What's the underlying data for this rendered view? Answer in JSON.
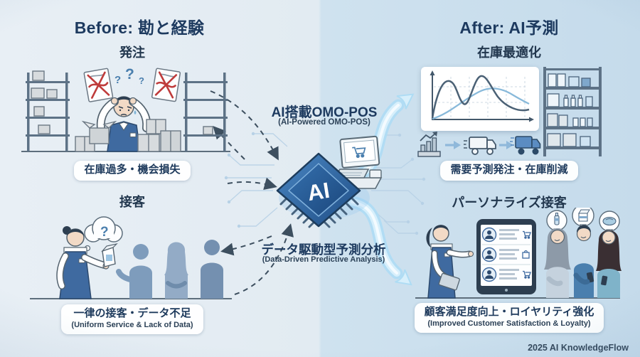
{
  "colors": {
    "heading": "#1d3a5f",
    "bg_left": "#e2ebf2",
    "bg_right": "#cfe2ef",
    "chip_blue": "#2f6cab",
    "glow_arrow": "#bfe3f6",
    "dashed_arrow": "#3d4f5f",
    "cross_red": "#bf3b3b",
    "badge_bg": "#ffffff"
  },
  "before": {
    "title": "Before: 勘と経験",
    "scene1": {
      "label": "発注",
      "qmarks": [
        "?",
        "?",
        "?"
      ],
      "badge": "在庫過多・機会損失"
    },
    "scene2": {
      "label": "接客",
      "thought_mark": "?",
      "badge": "一律の接客・データ不足",
      "badge_en": "(Uniform Service & Lack of Data)"
    }
  },
  "after": {
    "title": "After: AI予測",
    "scene1": {
      "label": "在庫最適化",
      "badge": "需要予測発注・在庫削減"
    },
    "scene2": {
      "label": "パーソナライズ接客",
      "badge": "顧客満足度向上・ロイヤリティ強化",
      "badge_en": "(Improved Customer Satisfaction & Loyalty)"
    }
  },
  "center": {
    "pos_title": "AI搭載OMO-POS",
    "pos_subtitle": "(AI-Powered OMO-POS)",
    "chip_label": "AI",
    "analysis_title": "データ駆動型予測分析",
    "analysis_subtitle": "(Data-Driven Predictive Analysis)"
  },
  "footer": {
    "credit": "2025 AI KnowledgeFlow"
  }
}
